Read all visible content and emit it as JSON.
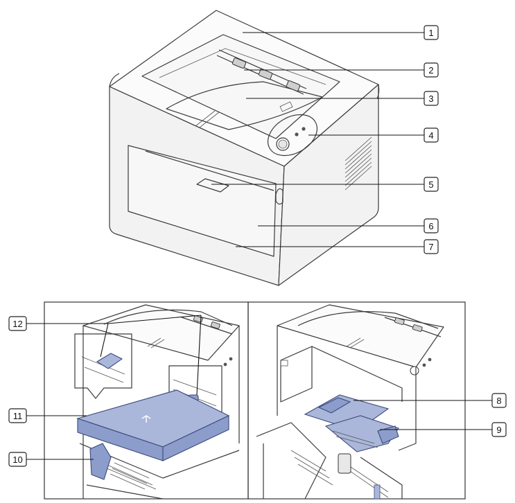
{
  "callouts": [
    {
      "label": "1"
    },
    {
      "label": "2"
    },
    {
      "label": "3"
    },
    {
      "label": "4"
    },
    {
      "label": "5"
    },
    {
      "label": "6"
    },
    {
      "label": "7"
    },
    {
      "label": "8"
    },
    {
      "label": "9"
    },
    {
      "label": "10"
    },
    {
      "label": "11"
    },
    {
      "label": "12"
    }
  ],
  "colors": {
    "toner_blue": "#aab7da",
    "outline": "#3a3a3a"
  }
}
